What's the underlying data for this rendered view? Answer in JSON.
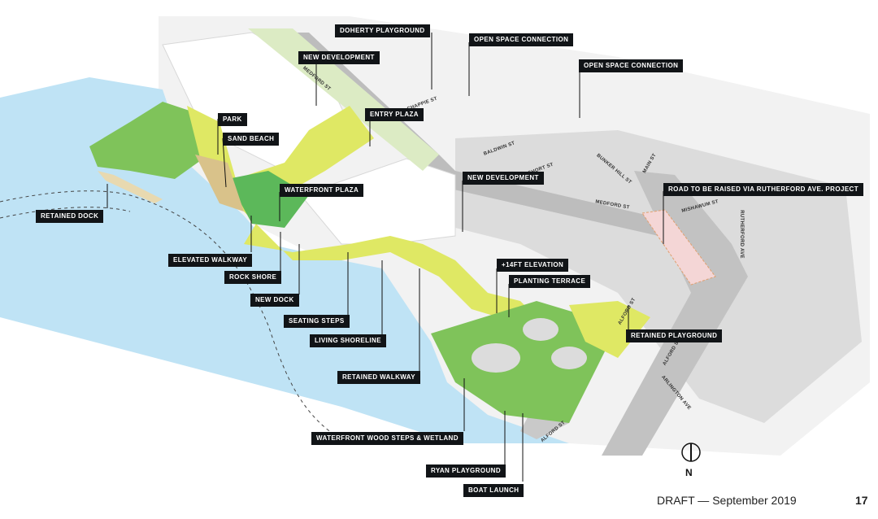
{
  "labels": {
    "doherty_playground": "DOHERTY PLAYGROUND",
    "new_development_1": "NEW DEVELOPMENT",
    "open_space_connection_1": "OPEN SPACE CONNECTION",
    "open_space_connection_2": "OPEN SPACE CONNECTION",
    "entry_plaza": "ENTRY PLAZA",
    "park": "PARK",
    "sand_beach": "SAND BEACH",
    "waterfront_plaza": "WATERFRONT PLAZA",
    "new_development_2": "NEW DEVELOPMENT",
    "road_raised": "ROAD TO BE RAISED VIA RUTHERFORD AVE. PROJECT",
    "retained_dock": "RETAINED DOCK",
    "elevated_walkway": "ELEVATED WALKWAY",
    "rock_shore": "ROCK SHORE",
    "new_dock": "NEW DOCK",
    "seating_steps": "SEATING STEPS",
    "living_shoreline": "LIVING SHORELINE",
    "plus_14ft_elevation": "+14FT ELEVATION",
    "planting_terrace": "PLANTING TERRACE",
    "retained_playground": "RETAINED PLAYGROUND",
    "retained_walkway": "RETAINED WALKWAY",
    "waterfront_wood_steps": "WATERFRONT WOOD STEPS & WETLAND",
    "ryan_playground": "RYAN PLAYGROUND",
    "boat_launch": "BOAT LAUNCH"
  },
  "streets": {
    "medford_st_1": "MEDFORD ST",
    "chappie_st": "CHAPPIE ST",
    "baldwin_st": "BALDWIN ST",
    "short_st": "SHORT ST",
    "bunker_hill_st": "BUNKER HILL ST",
    "main_st": "MAIN ST",
    "medford_st_2": "MEDFORD ST",
    "mishawum_st": "MISHAWUM ST",
    "rutherford_ave": "RUTHERFORD AVE",
    "alford_st_1": "ALFORD ST",
    "alford_st_2": "ALFORD ST",
    "arlington_ave": "ARLINGTON AVE",
    "alford_st_3": "ALFORD ST"
  },
  "footer": {
    "draft": "DRAFT — September 2019",
    "page_number": "17"
  },
  "north_label": "N",
  "colors": {
    "water": "#bfe3f5",
    "lime": "#dfe864",
    "green": "#5cb85a",
    "tan": "#d9c28a",
    "label_bg": "#111417",
    "road": "#bdbdbd"
  }
}
